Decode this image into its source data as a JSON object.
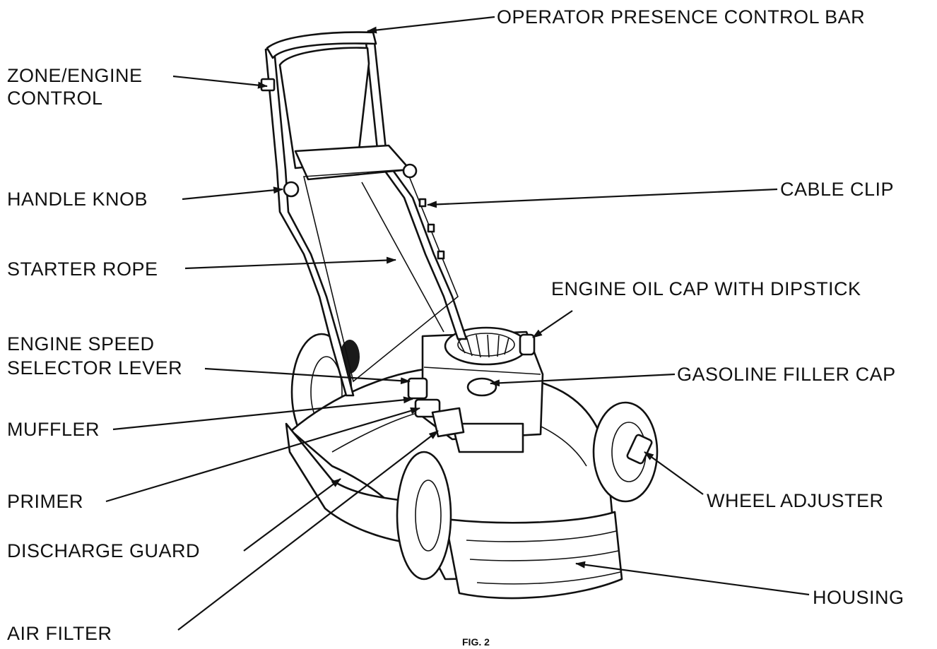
{
  "labels": {
    "operator_presence_control_bar": "OPERATOR PRESENCE CONTROL BAR",
    "zone_engine_control_1": "ZONE/ENGINE",
    "zone_engine_control_2": "CONTROL",
    "handle_knob": "HANDLE KNOB",
    "cable_clip": "CABLE CLIP",
    "starter_rope": "STARTER ROPE",
    "engine_oil_cap": "ENGINE OIL CAP WITH DIPSTICK",
    "engine_speed_1": "ENGINE SPEED",
    "engine_speed_2": "SELECTOR LEVER",
    "gasoline_filler_cap": "GASOLINE FILLER CAP",
    "muffler": "MUFFLER",
    "primer": "PRIMER",
    "wheel_adjuster": "WHEEL ADJUSTER",
    "discharge_guard": "DISCHARGE GUARD",
    "housing": "HOUSING",
    "air_filter": "AIR FILTER"
  },
  "caption": "FIG. 2"
}
